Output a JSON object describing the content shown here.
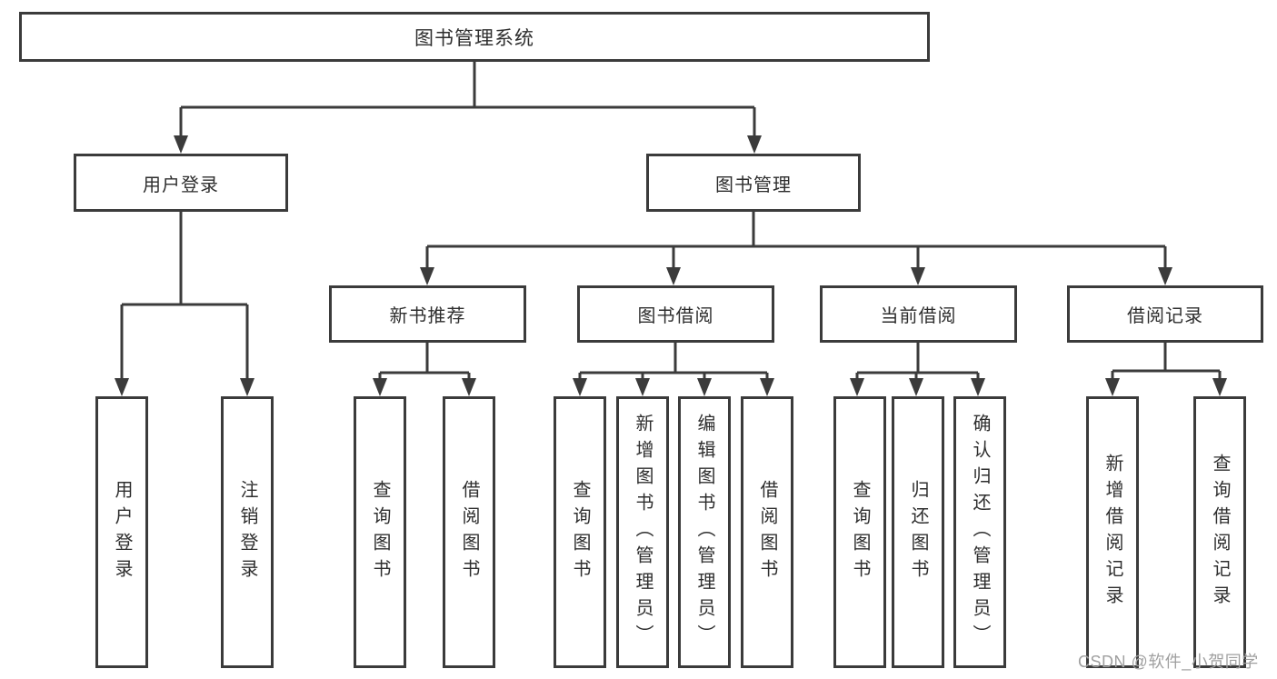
{
  "tree": {
    "root": "图书管理系统",
    "branches": [
      {
        "label": "用户登录",
        "children": [
          "用户登录",
          "注销登录"
        ]
      },
      {
        "label": "图书管理",
        "sections": [
          {
            "label": "新书推荐",
            "children": [
              "查询图书",
              "借阅图书"
            ]
          },
          {
            "label": "图书借阅",
            "children": [
              "查询图书",
              "新增图书（管理员）",
              "编辑图书（管理员）",
              "借阅图书"
            ]
          },
          {
            "label": "当前借阅",
            "children": [
              "查询图书",
              "归还图书",
              "确认归还（管理员）"
            ]
          },
          {
            "label": "借阅记录",
            "children": [
              "新增借阅记录",
              "查询借阅记录"
            ]
          }
        ]
      }
    ]
  },
  "watermark": "CSDN @软件_小贺同学",
  "colors": {
    "line": "#3b3b3b",
    "text": "#2e2e2e",
    "watermark": "#a0a0a0",
    "background": "#ffffff"
  }
}
